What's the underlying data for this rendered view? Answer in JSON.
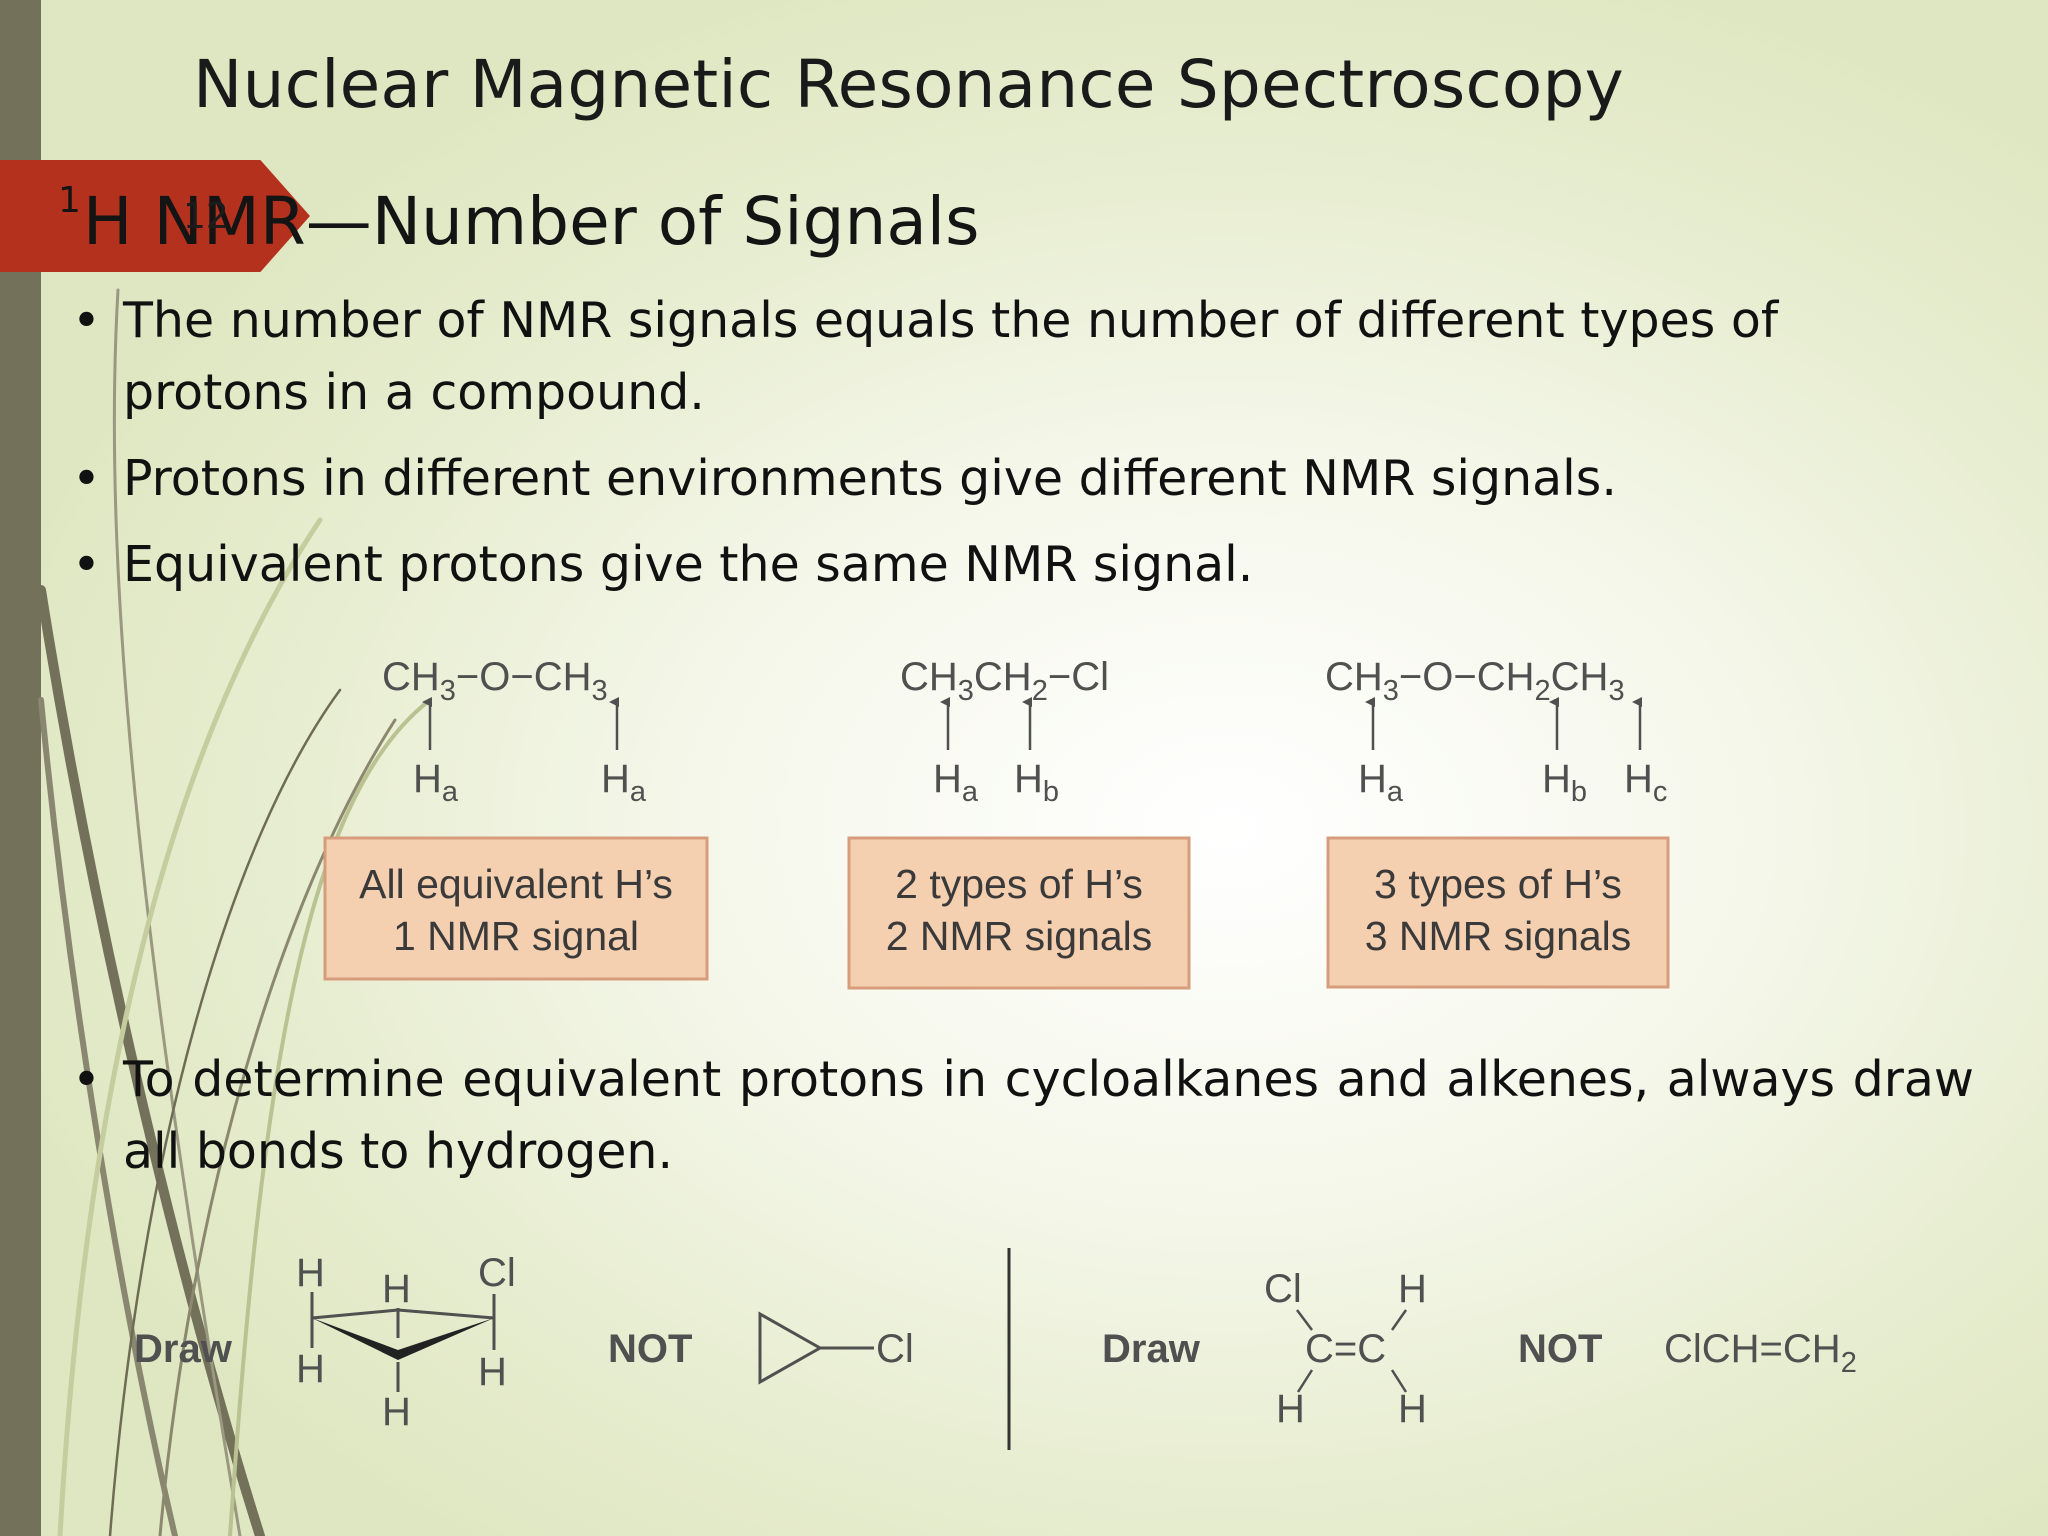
{
  "slide": {
    "title": "Nuclear Magnetic Resonance Spectroscopy",
    "page_number": "12",
    "subtitle_sup": "1",
    "subtitle": "H NMR—Number of Signals"
  },
  "bullets": [
    "The number of NMR signals equals the number of different types of protons in a compound.",
    "Protons in different environments give different NMR signals.",
    "Equivalent protons give the same NMR signal.",
    "To determine equivalent protons in cycloalkanes and alkenes, always draw all bonds to hydrogen."
  ],
  "examples": [
    {
      "formula_parts": [
        "CH",
        "3",
        "−O−CH",
        "3"
      ],
      "proton_labels": [
        "H",
        "a",
        "H",
        "a"
      ],
      "box_line1": "All equivalent H’s",
      "box_line2": "1 NMR signal"
    },
    {
      "formula_parts": [
        "CH",
        "3",
        "CH",
        "2",
        "−Cl"
      ],
      "proton_labels": [
        "H",
        "a",
        "H",
        "b"
      ],
      "box_line1": "2 types of H’s",
      "box_line2": "2 NMR signals"
    },
    {
      "formula_parts": [
        "CH",
        "3",
        "−O−CH",
        "2",
        "CH",
        "3"
      ],
      "proton_labels": [
        "H",
        "a",
        "H",
        "b",
        "H",
        "c"
      ],
      "box_line1": "3 types of H’s",
      "box_line2": "3 NMR signals"
    }
  ],
  "drawing_examples": {
    "draw_label": "Draw",
    "not_label": "NOT",
    "cyclopropane_atoms": [
      "H",
      "H",
      "Cl",
      "H",
      "H",
      "H"
    ],
    "cyclopropane_short": "Cl",
    "alkene_atoms": [
      "Cl",
      "H",
      "C=C",
      "H",
      "H"
    ],
    "alkene_condensed": [
      "ClCH=CH",
      "2"
    ]
  },
  "colors": {
    "sidebar": "#74715a",
    "badge": "#b4321d",
    "box_fill": "#f4cfb0",
    "box_border": "#d79c7b"
  }
}
